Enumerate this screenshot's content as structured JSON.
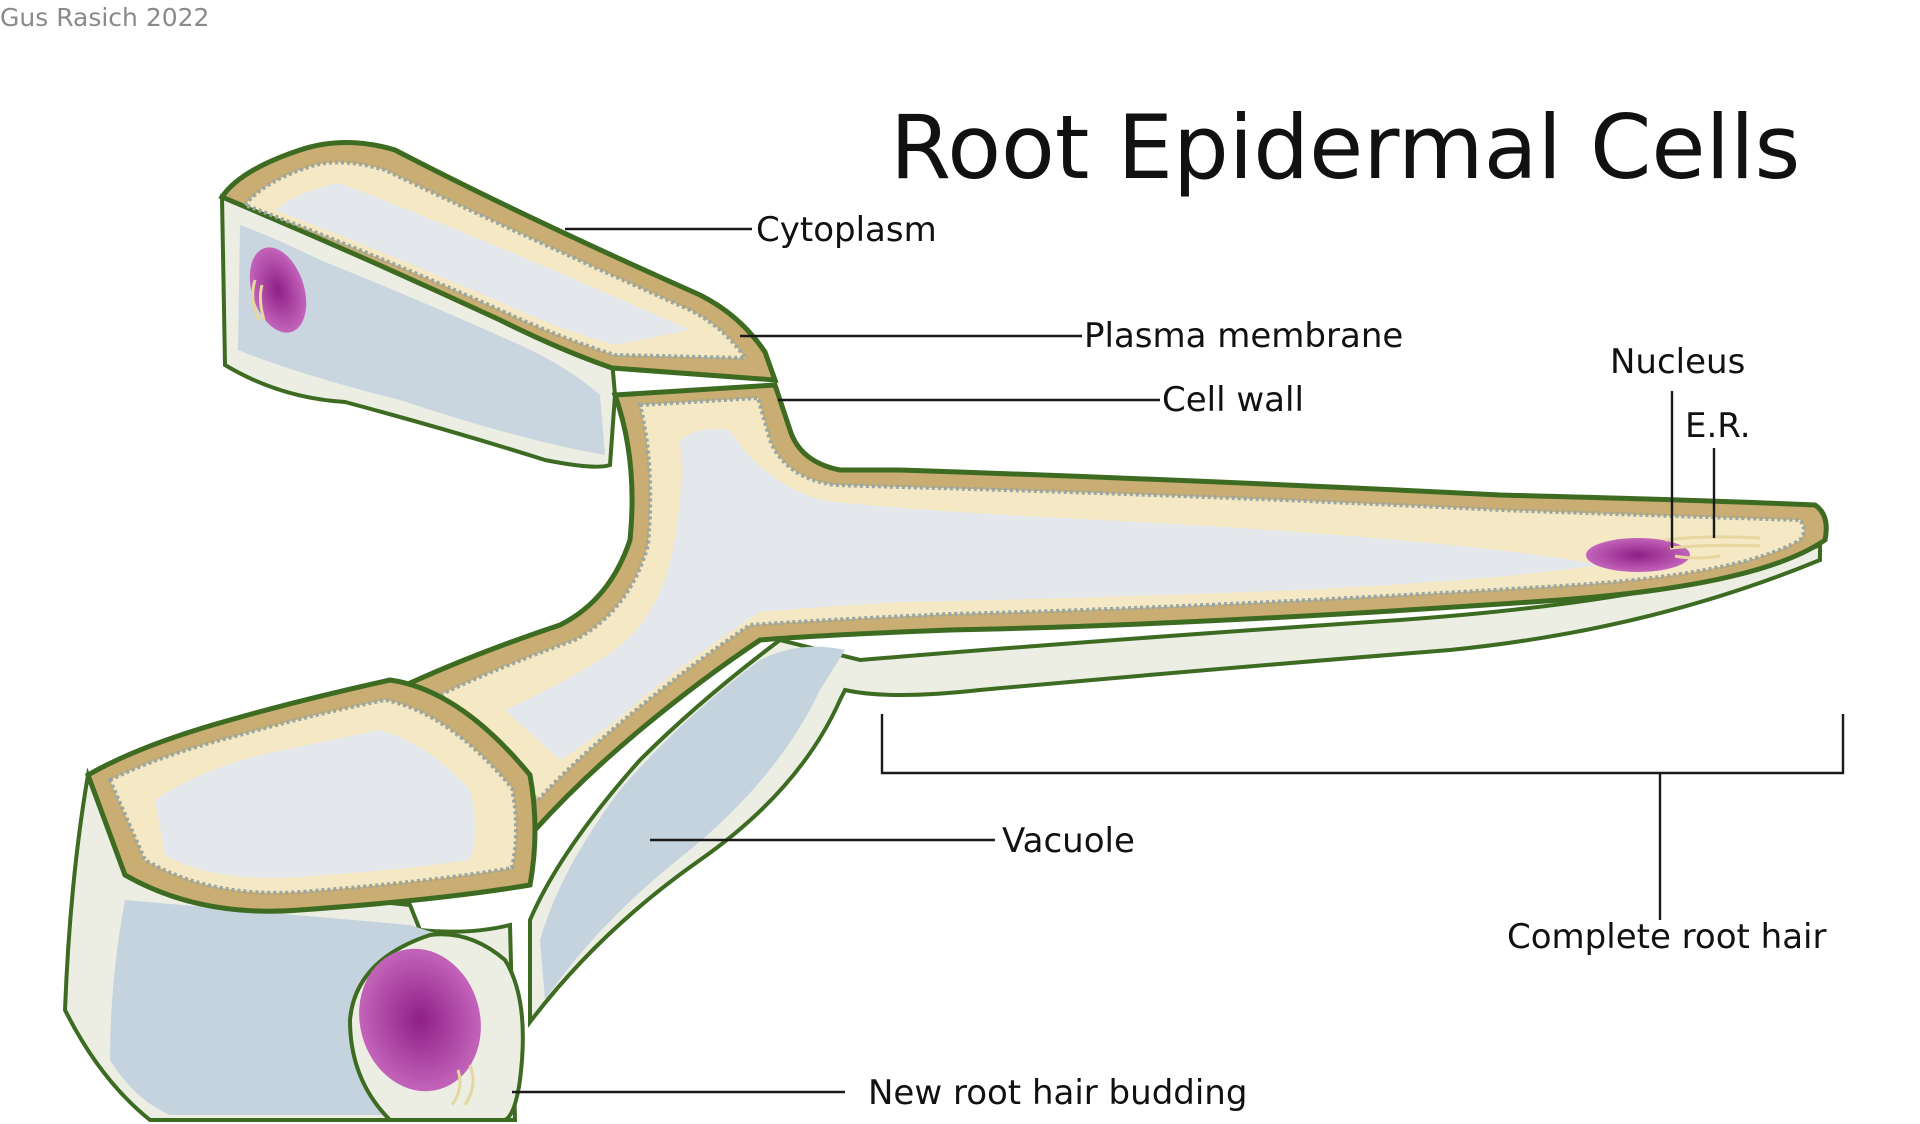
{
  "credit": "Gus Rasich 2022",
  "title": "Root Epidermal Cells",
  "labels": {
    "cytoplasm": "Cytoplasm",
    "plasma_membrane": "Plasma membrane",
    "cell_wall": "Cell wall",
    "nucleus": "Nucleus",
    "er": "E.R.",
    "vacuole": "Vacuole",
    "complete_root_hair": "Complete root hair",
    "new_root_hair_budding": "New root hair budding"
  },
  "colors": {
    "outline": "#3d6b22",
    "wall": "#c9ad72",
    "cytoplasm": "#f5e8c4",
    "membrane": "#c2ccc8",
    "vacuole": "#c5d3de",
    "cell_side": "#eceee4",
    "nucleus": "#a8399a"
  }
}
